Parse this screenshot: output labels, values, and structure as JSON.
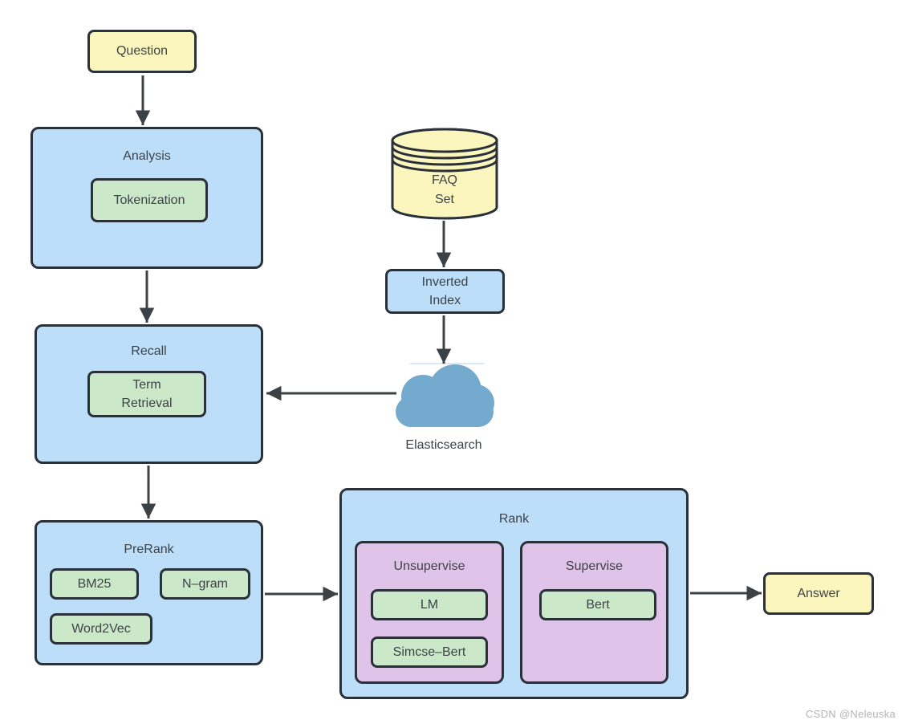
{
  "nodes": {
    "question": "Question",
    "analysis": "Analysis",
    "tokenization": "Tokenization",
    "faq_set": "FAQ\nSet",
    "inverted_index": "Inverted\nIndex",
    "recall": "Recall",
    "term_retrieval": "Term\nRetrieval",
    "elasticsearch": "Elasticsearch",
    "prerank": "PreRank",
    "bm25": "BM25",
    "ngram": "N–gram",
    "word2vec": "Word2Vec",
    "rank": "Rank",
    "unsupervise": "Unsupervise",
    "lm": "LM",
    "simcse_bert": "Simcse–Bert",
    "supervise": "Supervise",
    "bert": "Bert",
    "answer": "Answer"
  },
  "edges": [
    {
      "from": "Question",
      "to": "Analysis"
    },
    {
      "from": "Analysis",
      "to": "Recall"
    },
    {
      "from": "FAQ Set",
      "to": "Inverted Index"
    },
    {
      "from": "Inverted Index",
      "to": "Elasticsearch"
    },
    {
      "from": "Elasticsearch",
      "to": "Recall"
    },
    {
      "from": "Recall",
      "to": "PreRank"
    },
    {
      "from": "PreRank",
      "to": "Rank"
    },
    {
      "from": "Rank",
      "to": "Answer"
    }
  ],
  "watermark": "CSDN @Neleuska",
  "colors": {
    "node_yellow": "#FAF6BE",
    "node_blue": "#BCDEF8",
    "node_green": "#CBE8C9",
    "node_purple": "#DFC3E8",
    "cloud_blue": "#73AACE",
    "border": "#2B313A",
    "arrow": "#3C4146",
    "text": "#3E4348",
    "watermark_gray": "#B2B4B6"
  }
}
